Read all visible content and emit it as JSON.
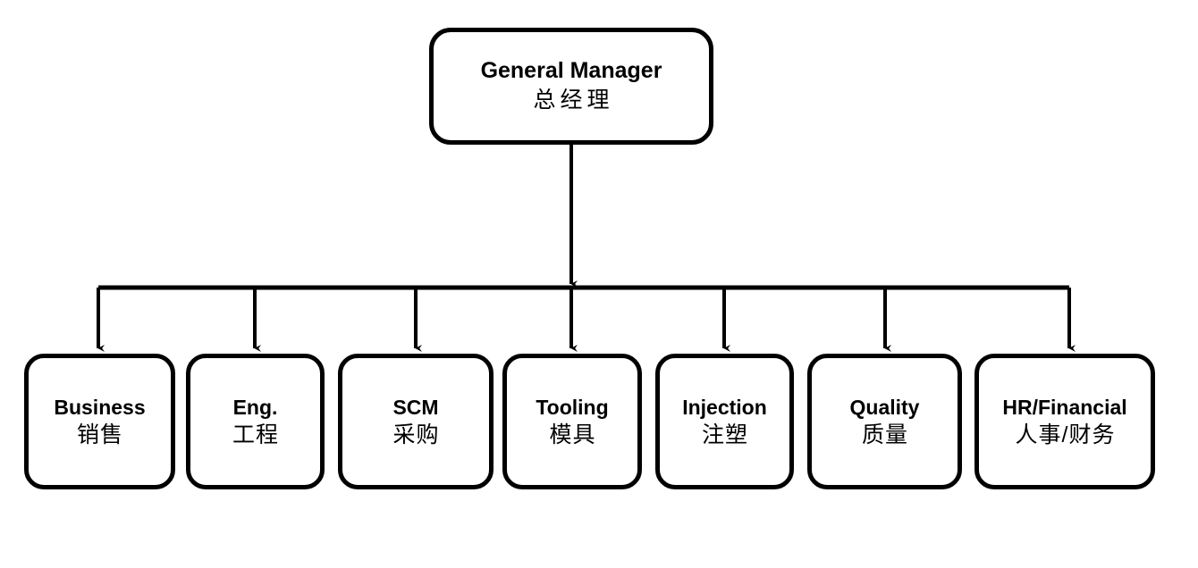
{
  "diagram": {
    "type": "organization-chart",
    "title_en": "General Manager",
    "orientation": "top-down",
    "colors": {
      "background": "#ffffff",
      "stroke": "#000000",
      "node_fill": "#ffffff",
      "text": "#000000"
    },
    "root": {
      "id": "general-manager",
      "label_en": "General Manager",
      "label_zh": "总经理"
    },
    "children": [
      {
        "id": "business",
        "label_en": "Business",
        "label_zh": "销售"
      },
      {
        "id": "engineering",
        "label_en": "Eng.",
        "label_zh": "工程"
      },
      {
        "id": "scm",
        "label_en": "SCM",
        "label_zh": "采购"
      },
      {
        "id": "tooling",
        "label_en": "Tooling",
        "label_zh": "模具"
      },
      {
        "id": "injection",
        "label_en": "Injection",
        "label_zh": "注塑"
      },
      {
        "id": "quality",
        "label_en": "Quality",
        "label_zh": "质量"
      },
      {
        "id": "hr-financial",
        "label_en": "HR/Financial",
        "label_zh": "人事/财务"
      }
    ]
  }
}
